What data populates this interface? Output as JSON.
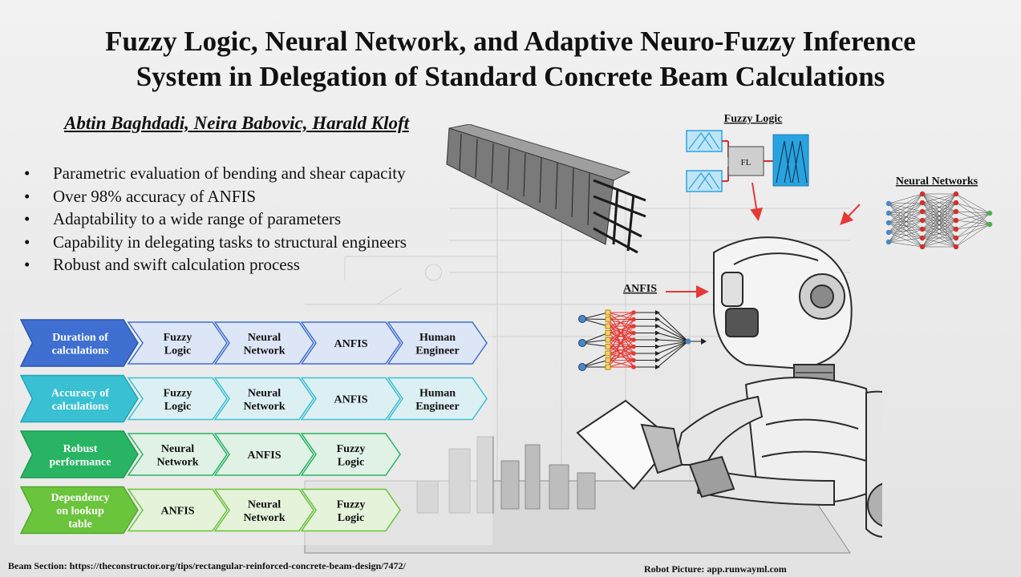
{
  "title_lines": [
    "Fuzzy Logic, Neural Network, and Adaptive Neuro-Fuzzy Inference",
    "System in Delegation of Standard Concrete Beam Calculations"
  ],
  "authors": "Abtin Baghdadi, Neira Babovic, Harald Kloft",
  "bullets": [
    "Parametric evaluation of bending and shear capacity",
    "Over 98% accuracy of ANFIS",
    "Adaptability to a wide range of parameters",
    "Capability in delegating tasks to structural engineers",
    "Robust and swift calculation process"
  ],
  "diagram_labels": {
    "fuzzy_logic": "Fuzzy Logic",
    "fl_box": "FL",
    "neural_networks_1": "Neural",
    "neural_networks_2": "Networks",
    "anfis": "ANFIS"
  },
  "rankings": [
    {
      "criterion": [
        "Duration of",
        "calculations"
      ],
      "items": [
        [
          "Fuzzy",
          "Logic"
        ],
        [
          "Neural",
          "Network"
        ],
        [
          "ANFIS"
        ],
        [
          "Human",
          "Engineer"
        ]
      ]
    },
    {
      "criterion": [
        "Accuracy of",
        "calculations"
      ],
      "items": [
        [
          "Fuzzy",
          "Logic"
        ],
        [
          "Neural",
          "Network"
        ],
        [
          "ANFIS"
        ],
        [
          "Human",
          "Engineer"
        ]
      ]
    },
    {
      "criterion": [
        "Robust",
        "performance"
      ],
      "items": [
        [
          "Neural",
          "Network"
        ],
        [
          "ANFIS"
        ],
        [
          "Fuzzy",
          "Logic"
        ]
      ]
    },
    {
      "criterion": [
        "Dependency",
        "on lookup",
        "table"
      ],
      "items": [
        [
          "ANFIS"
        ],
        [
          "Neural",
          "Network"
        ],
        [
          "Fuzzy",
          "Logic"
        ]
      ]
    }
  ],
  "row_colors": [
    {
      "head": "#3f6fd1",
      "headDark": "#2a55b2",
      "light": "#dde6f7"
    },
    {
      "head": "#39c1d3",
      "headDark": "#22a4b8",
      "light": "#dcf0f3"
    },
    {
      "head": "#28b463",
      "headDark": "#1b9a50",
      "light": "#dff2e5"
    },
    {
      "head": "#6ac43c",
      "headDark": "#54a82a",
      "light": "#e5f3da"
    }
  ],
  "credits": {
    "beam": "Beam Section: https://theconstructor.org/tips/rectangular-reinforced-concrete-beam-design/7472/",
    "robot": "Robot Picture: app.runwayml.com"
  },
  "colors": {
    "arrow_red": "#e53935",
    "fuzzy_blue": "#29a3e0",
    "node_blue": "#4b86c9",
    "node_green": "#4caf50"
  }
}
